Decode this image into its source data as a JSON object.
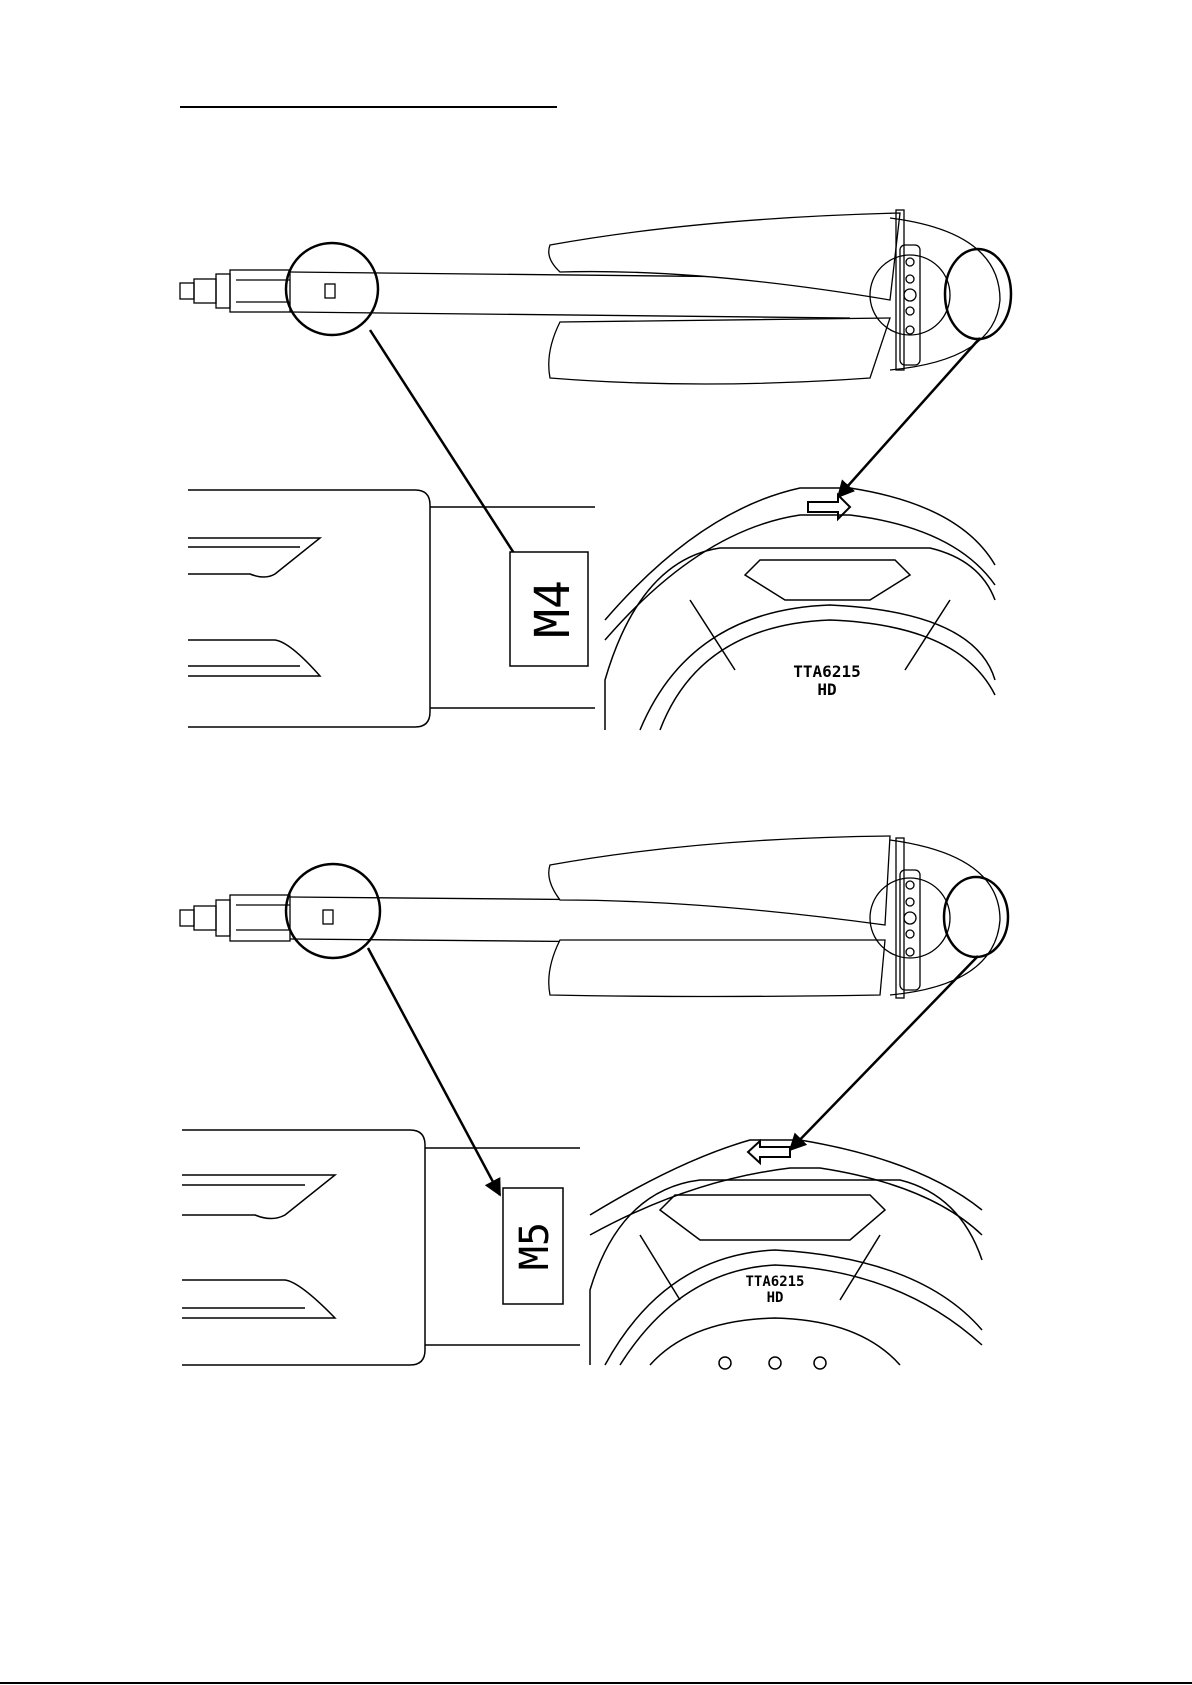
{
  "title_underline": true,
  "panels": [
    {
      "arm_tag": "M4",
      "hub_label_line1": "TTA6215",
      "hub_label_line2": "HD",
      "arrow_direction": "right"
    },
    {
      "arm_tag": "M5",
      "hub_label_line1": "TTA6215",
      "hub_label_line2": "HD",
      "arrow_direction": "left"
    }
  ]
}
